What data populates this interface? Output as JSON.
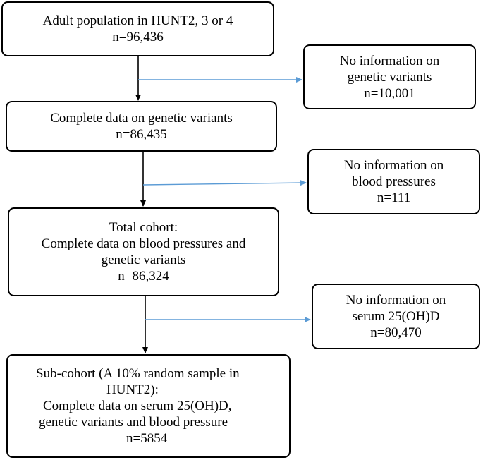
{
  "boxes": {
    "adult_population": {
      "lines": [
        "Adult population in HUNT2, 3 or 4",
        "n=96,436"
      ]
    },
    "complete_genetic": {
      "lines": [
        "Complete data on genetic variants",
        "n=86,435"
      ]
    },
    "total_cohort": {
      "lines": [
        "Total cohort:",
        "Complete data on blood pressures and",
        "genetic variants",
        "n=86,324"
      ]
    },
    "sub_cohort": {
      "lines": [
        "Sub-cohort (A 10% random sample in",
        "HUNT2):",
        "Complete data on serum 25(OH)D,",
        "genetic variants and blood pressure",
        "n=5854"
      ]
    },
    "excl_genetic": {
      "lines": [
        "No information on",
        "genetic variants",
        "n=10,001"
      ]
    },
    "excl_blood_pressure": {
      "lines": [
        "No information on",
        "blood pressures",
        "n=111"
      ]
    },
    "excl_serum": {
      "lines": [
        "No information on",
        "serum 25(OH)D",
        "n=80,470"
      ]
    }
  },
  "colors": {
    "main_flow_arrow": "#000000",
    "exclusion_arrow": "#5b9bd5",
    "box_border": "#000000"
  }
}
